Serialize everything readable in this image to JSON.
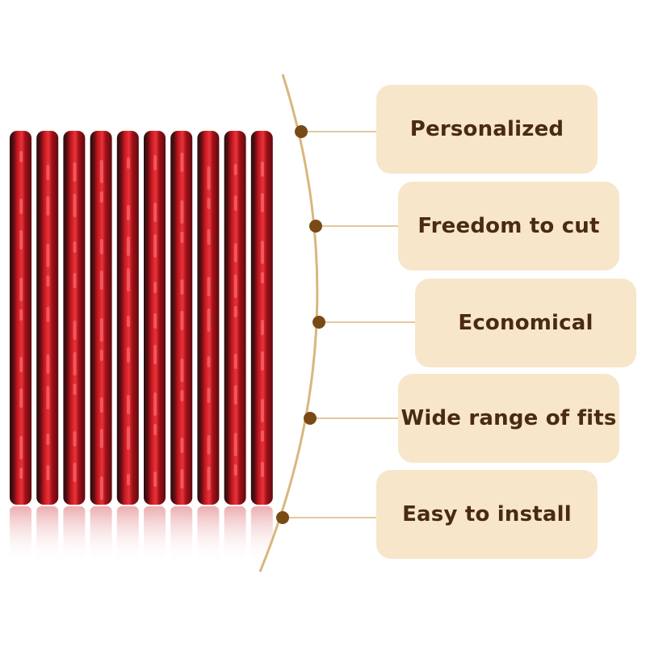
{
  "colors": {
    "background": "#ffffff",
    "badge_fill": "#f7e6c9",
    "label_text": "#4a2a10",
    "curve_line": "#d9b77e",
    "dot": "#7a4a16",
    "strip_red": "#b8141c",
    "strip_dark": "#3a1012"
  },
  "product": {
    "strip_count": 10,
    "strip_icon": "red-reflective-strip"
  },
  "features": [
    {
      "label": "Personalized"
    },
    {
      "label": "Freedom to cut"
    },
    {
      "label": "Economical"
    },
    {
      "label": "Wide range of fits"
    },
    {
      "label": "Easy to install"
    }
  ]
}
